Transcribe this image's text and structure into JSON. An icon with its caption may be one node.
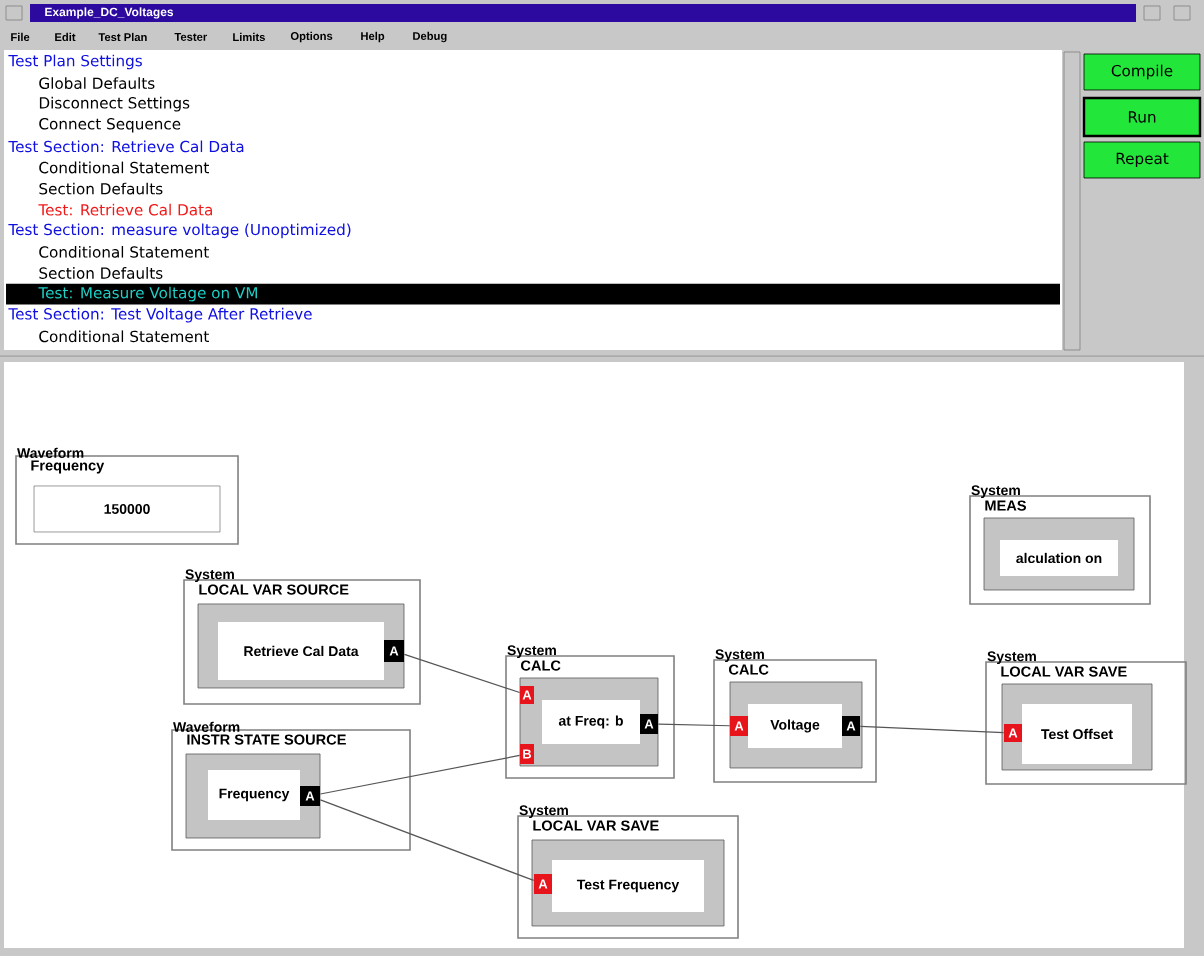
{
  "diagram": {
    "nodes": [
      {
        "text": [
          "Compile"
        ]
      },
      {
        "text": [
          "Run"
        ]
      },
      {
        "text": [
          "Repeat"
        ]
      },
      {
        "text": [
          "Waveform",
          "Frequency"
        ]
      },
      {
        "text": [
          "150000"
        ],
        "in": 3
      },
      {
        "text": [
          "System",
          "LOCAL VAR SOURCE"
        ]
      },
      {
        "text": [
          "Retrieve Cal Data"
        ],
        "in": 5
      },
      {
        "text": [
          "A"
        ],
        "in": 6
      },
      {
        "text": [
          "Waveform",
          "INSTR STATE SOURCE"
        ]
      },
      {
        "text": [
          "Frequency"
        ],
        "in": 8
      },
      {
        "text": [
          "A"
        ],
        "in": 9
      },
      {
        "text": [
          "System",
          "CALC"
        ]
      },
      {
        "text": [
          "at Freq: b"
        ],
        "in": 11
      },
      {
        "text": [
          "A"
        ],
        "in": 12
      },
      {
        "text": [
          "B"
        ],
        "in": 12
      },
      {
        "text": [
          "A"
        ],
        "in": 12
      },
      {
        "text": [
          "System",
          "CALC"
        ]
      },
      {
        "text": [
          "Voltage"
        ],
        "in": 16
      },
      {
        "text": [
          "A"
        ],
        "in": 17
      },
      {
        "text": [
          "A"
        ],
        "in": 17
      },
      {
        "text": [
          "System",
          "MEAS"
        ]
      },
      {
        "text": [
          "alculation on"
        ],
        "in": 20
      },
      {
        "text": [
          "System",
          "LOCAL VAR SAVE"
        ]
      },
      {
        "text": [
          "Test Offset"
        ],
        "in": 22
      },
      {
        "text": [
          "A"
        ],
        "in": 23
      },
      {
        "text": [
          "System",
          "LOCAL VAR SAVE"
        ]
      },
      {
        "text": [
          "Test Frequency"
        ],
        "in": 25
      },
      {
        "text": [
          "A"
        ],
        "in": 26
      }
    ],
    "edges": [
      {
        "from": 7,
        "to": 13,
        "arrow": "none"
      },
      {
        "from": 10,
        "to": 14,
        "arrow": "none"
      },
      {
        "from": 10,
        "to": 27,
        "arrow": "none"
      },
      {
        "from": 15,
        "to": 18,
        "arrow": "none"
      },
      {
        "from": 19,
        "to": 24,
        "arrow": "none"
      }
    ],
    "labels": [
      "Example_DC_Voltages",
      "File",
      "Edit",
      "Test Plan",
      "Tester",
      "Limits",
      "Options",
      "Help",
      "Debug",
      "Test Plan Settings",
      "Global Defaults",
      "Disconnect Settings",
      "Connect Sequence",
      "Test Section: Retrieve Cal Data",
      "Conditional Statement",
      "Section Defaults",
      "Test: Retrieve Cal Data",
      "Test Section: measure voltage (Unoptimized)",
      "Conditional Statement",
      "Section Defaults",
      "Test: Measure Voltage on VM",
      "Test Section: Test Voltage After Retrieve",
      "Conditional Statement"
    ]
  }
}
